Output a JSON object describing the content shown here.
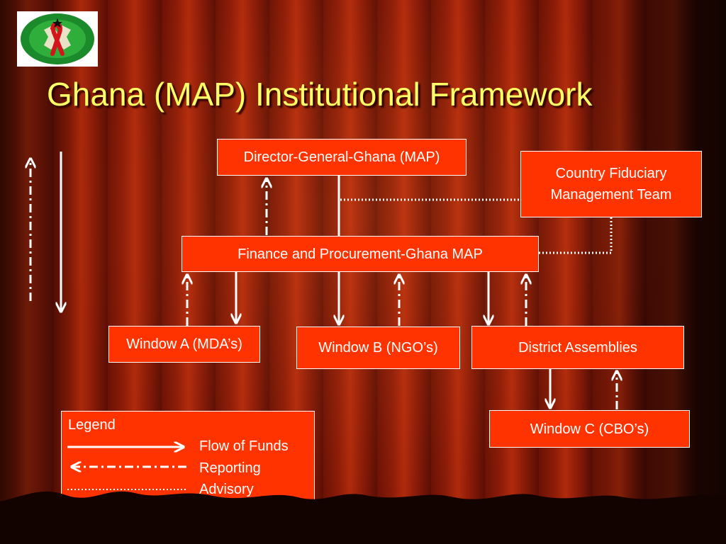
{
  "title": "Ghana (MAP) Institutional Framework",
  "nodes": {
    "director_general": "Director-General-Ghana (MAP)",
    "fiduciary_team": [
      "Country Fiduciary",
      "Management Team"
    ],
    "finance_procurement": "Finance and Procurement-Ghana MAP",
    "window_a": "Window A (MDA’s)",
    "window_b": "Window B (NGO’s)",
    "district_assemblies": "District Assemblies",
    "window_c": "Window C (CBO’s)"
  },
  "legend": {
    "title": "Legend",
    "items": [
      {
        "label": "Flow of Funds",
        "style": "solid"
      },
      {
        "label": "Reporting",
        "style": "dash-dot"
      },
      {
        "label": "Advisory",
        "style": "dotted"
      }
    ]
  },
  "colors": {
    "box_fill": "#ff3300",
    "title_text": "#ffff66",
    "line": "#ffffff"
  }
}
